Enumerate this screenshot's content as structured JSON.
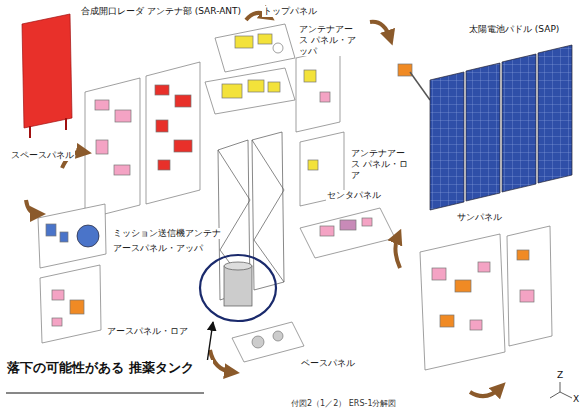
{
  "diagram": {
    "caption": "付図2（1／2） ERS-1分解図",
    "labels": [
      "合成開口レーダ アンテナ部 (SAR-ANT)",
      "トップパネル",
      "アンテナアース パネル・アッパ",
      "太陽電池パドル (SAP)",
      "スペースパネル",
      "ミッション送信機アンテナ",
      "アースパネル・アッパ",
      "アースパネル・ロア",
      "センタパネル",
      "アンテナアース パネル・ロア",
      "サンパネル",
      "ベースパネル",
      "落下の可能性がある 推薬タンク",
      "Z",
      "X"
    ]
  }
}
